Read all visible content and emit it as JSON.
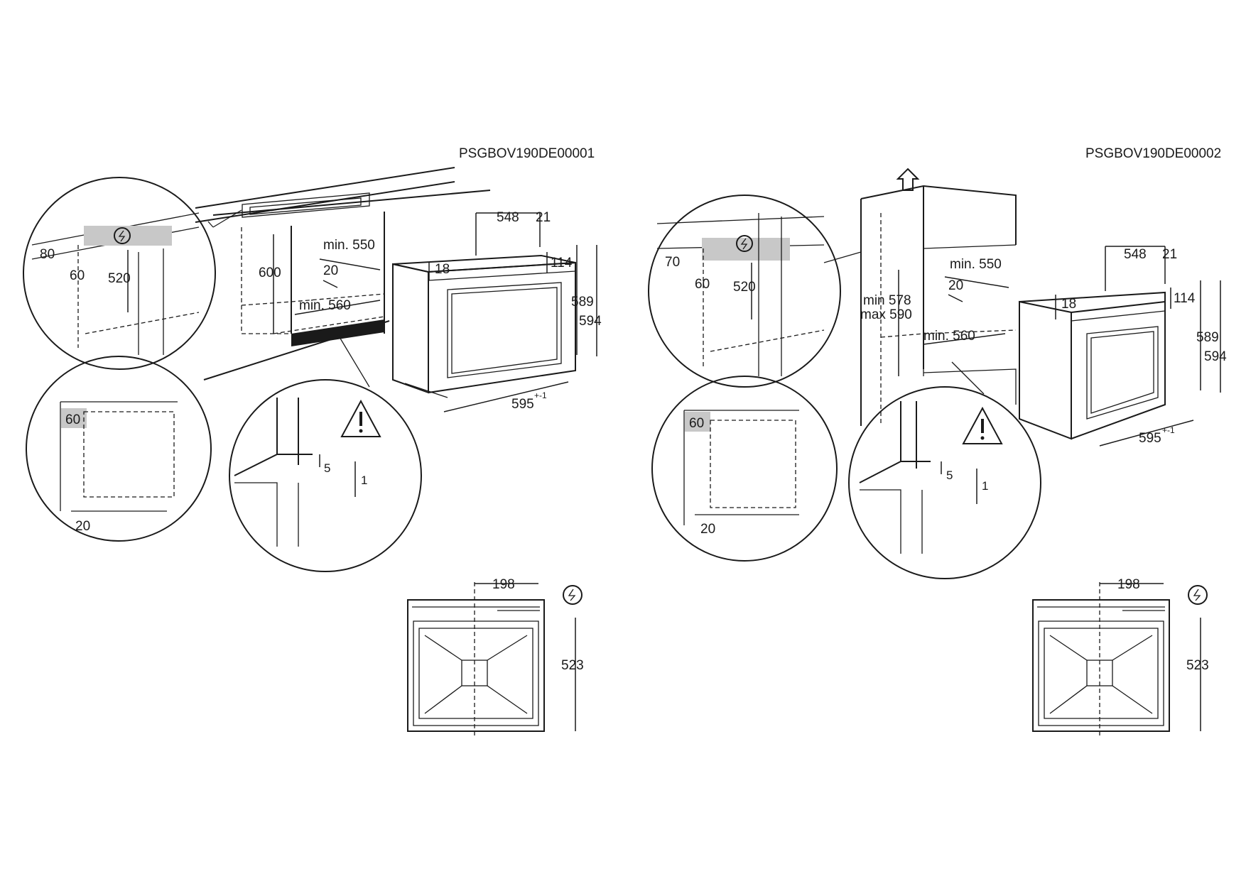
{
  "diagram_left": {
    "code": "PSGBOV190DE00001",
    "dims": {
      "d80": "80",
      "d60": "60",
      "d520": "520",
      "d600": "600",
      "min550": "min. 550",
      "d20": "20",
      "min560": "min. 560",
      "d18": "18",
      "d548": "548",
      "d21": "21",
      "d114": "114",
      "d589": "589",
      "d594": "594",
      "d595": "595",
      "d595_tol": "+-1",
      "detail_60": "60",
      "detail_20": "20",
      "detail_5": "5",
      "detail_1": "1",
      "d198": "198",
      "d523": "523"
    }
  },
  "diagram_right": {
    "code": "PSGBOV190DE00002",
    "dims": {
      "d70": "70",
      "d60": "60",
      "d520": "520",
      "min578": "min 578",
      "max590": "max 590",
      "min550": "min. 550",
      "d20": "20",
      "min560": "min. 560",
      "d18": "18",
      "d548": "548",
      "d21": "21",
      "d114": "114",
      "d589": "589",
      "d594": "594",
      "d595": "595",
      "d595_tol": "+-1",
      "detail_60": "60",
      "detail_20": "20",
      "detail_5": "5",
      "detail_1": "1",
      "d198": "198",
      "d523": "523"
    }
  },
  "icons": {
    "power": "electrical-connection-icon",
    "warning": "warning-triangle-icon",
    "vent": "ventilation-up-arrow-icon"
  },
  "colors": {
    "line": "#1a1a1a",
    "highlight": "#c8c8c8",
    "background": "#ffffff"
  }
}
